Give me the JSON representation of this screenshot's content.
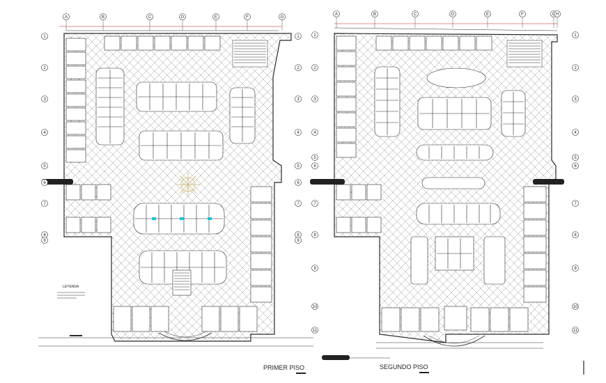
{
  "plans": [
    {
      "id": "primer-piso",
      "title": "PRIMER PISO",
      "legend_title": "LEYENDA",
      "column_axes": [
        "A",
        "B",
        "C",
        "D",
        "E",
        "F",
        "G"
      ],
      "row_axes": [
        "1",
        "2",
        "3",
        "4",
        "5",
        "6",
        "7",
        "8",
        "9"
      ]
    },
    {
      "id": "segundo-piso",
      "title": "SEGUNDO PISO",
      "column_axes": [
        "A",
        "B",
        "C",
        "D",
        "E",
        "F",
        "G",
        "H"
      ],
      "row_axes": [
        "1",
        "2",
        "3",
        "4",
        "5",
        "6",
        "7",
        "8",
        "9",
        "10",
        "11"
      ]
    }
  ],
  "colors": {
    "line": "#2a2a2a",
    "hatch": "#9a9a9a",
    "dimension_red": "#d01c1c",
    "accent_cyan": "#19c3d6",
    "accent_yellow": "#c8b46a",
    "background": "#ffffff"
  }
}
